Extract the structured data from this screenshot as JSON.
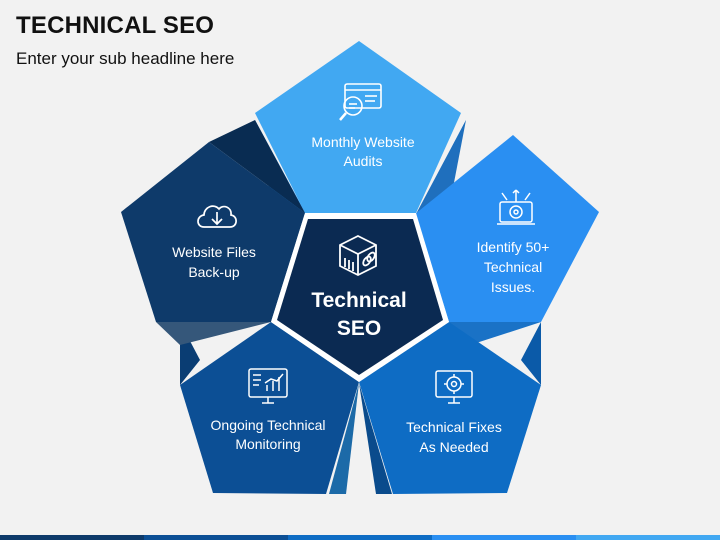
{
  "header": {
    "title": "TECHNICAL SEO",
    "subtitle": "Enter your sub headline here"
  },
  "center": {
    "line1": "Technical",
    "line2": "SEO",
    "icon": "seo-cube-icon",
    "color": "#0b2a52"
  },
  "segments": [
    {
      "line1": "Monthly Website",
      "line2": "Audits",
      "icon": "website-audit-icon",
      "color": "#41a8f2"
    },
    {
      "line1": "Identify 50+",
      "line2": "Technical",
      "line3": "Issues.",
      "icon": "brain-gear-icon",
      "color": "#2a8ff2"
    },
    {
      "line1": "Technical Fixes",
      "line2": "As Needed",
      "icon": "monitor-gear-icon",
      "color": "#0e6cc4"
    },
    {
      "line1": "Ongoing Technical",
      "line2": "Monitoring",
      "icon": "monitor-chart-icon",
      "color": "#0c4f95"
    },
    {
      "line1": "Website Files",
      "line2": "Back-up",
      "icon": "cloud-download-icon",
      "color": "#0e3a6a"
    }
  ],
  "footer_colors": [
    "#0e3a6a",
    "#0c4f95",
    "#0e6cc4",
    "#2a8ff2",
    "#41a8f2"
  ]
}
